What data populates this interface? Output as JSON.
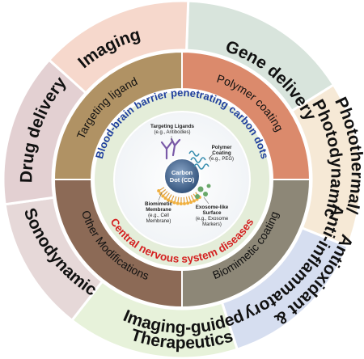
{
  "outer_ring": {
    "segments": [
      {
        "label": "Gene delivery",
        "color": "#d8e4dc"
      },
      {
        "label": "Photothermal/ Photodynamic",
        "color": "#f6e9d6"
      },
      {
        "label": "Antioxidant & Anti-inflammatory",
        "color": "#d6def0"
      },
      {
        "label": "Imaging-guided Therapeutics",
        "color": "#e7f2da"
      },
      {
        "label": "Sonodynamic",
        "color": "#e6d8d8"
      },
      {
        "label": "Drug delivery",
        "color": "#e3d0d2"
      },
      {
        "label": "Imaging",
        "color": "#f6d8cc"
      }
    ]
  },
  "middle_ring": {
    "segments": [
      {
        "label": "Polymer coating",
        "color": "#db8a6c"
      },
      {
        "label": "Biomimetic coating",
        "color": "#8d8777"
      },
      {
        "label": "Other Modifications",
        "color": "#8c6a56"
      },
      {
        "label": "Targeting ligand",
        "color": "#b09264"
      }
    ]
  },
  "inner_ring": {
    "title_top": "Blood-brain barrier penetrating carbon dots",
    "title_bottom": "Central nervous system diseases",
    "color": "#e4edd9",
    "top_color": "#1f3f9e",
    "bottom_color": "#d42020"
  },
  "core": {
    "dot_line1": "Carbon",
    "dot_line2": "Dot (CD)",
    "targeting_title": "Targeting Ligands",
    "targeting_sub": "(e.g., Antibodies)",
    "polymer_title": "Polymer",
    "polymer_title2": "Coating",
    "polymer_sub": "(e.g., PEG)",
    "membrane_title": "Biomimetic",
    "membrane_title2": "Membrane",
    "membrane_sub": "(e.g., Cell",
    "membrane_sub2": "Membrane)",
    "exosome_title": "Exosome-like",
    "exosome_title2": "Surface",
    "exosome_sub": "(e.g., Exosome",
    "exosome_sub2": "Markers)"
  }
}
